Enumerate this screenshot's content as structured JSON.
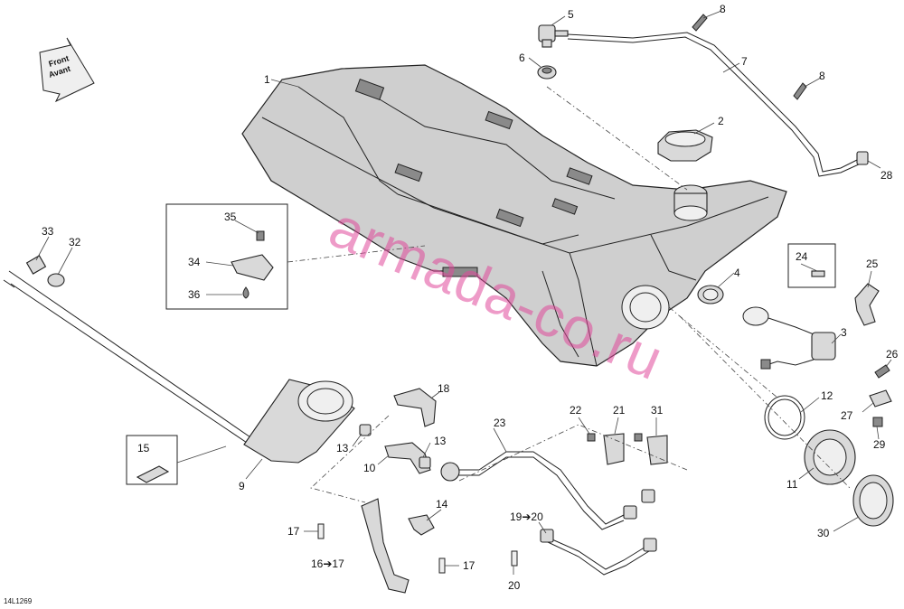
{
  "diagram": {
    "drawing_code": "14L1269",
    "watermark": "armada-co.ru",
    "direction_arrow": {
      "line1": "Front",
      "line2": "Avant"
    },
    "labels": {
      "p1": "1",
      "p2": "2",
      "p3": "3",
      "p4": "4",
      "p5": "5",
      "p6": "6",
      "p7": "7",
      "p8a": "8",
      "p8b": "8",
      "p9": "9",
      "p10": "10",
      "p11": "11",
      "p12": "12",
      "p13a": "13",
      "p13b": "13",
      "p14": "14",
      "p15": "15",
      "p16": "16➔17",
      "p17a": "17",
      "p17b": "17",
      "p18": "18",
      "p19": "19➔20",
      "p20": "20",
      "p21": "21",
      "p22": "22",
      "p23": "23",
      "p24": "24",
      "p25": "25",
      "p26": "26",
      "p27": "27",
      "p28": "28",
      "p29": "29",
      "p30": "30",
      "p31": "31",
      "p32": "32",
      "p33": "33",
      "p34": "34",
      "p35": "35",
      "p36": "36"
    }
  }
}
